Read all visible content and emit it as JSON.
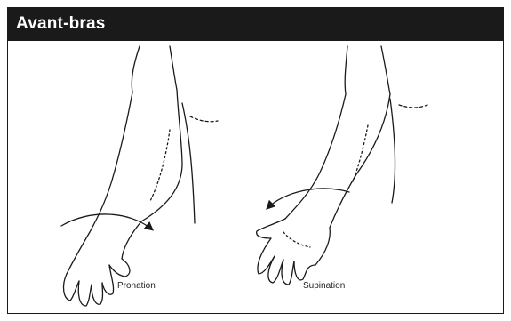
{
  "figure": {
    "title": "Avant-bras",
    "labels": {
      "left": "Pronation",
      "right": "Supination"
    },
    "colors": {
      "header_bg": "#1a1a1a",
      "header_text": "#ffffff",
      "line": "#1a1a1a"
    }
  }
}
